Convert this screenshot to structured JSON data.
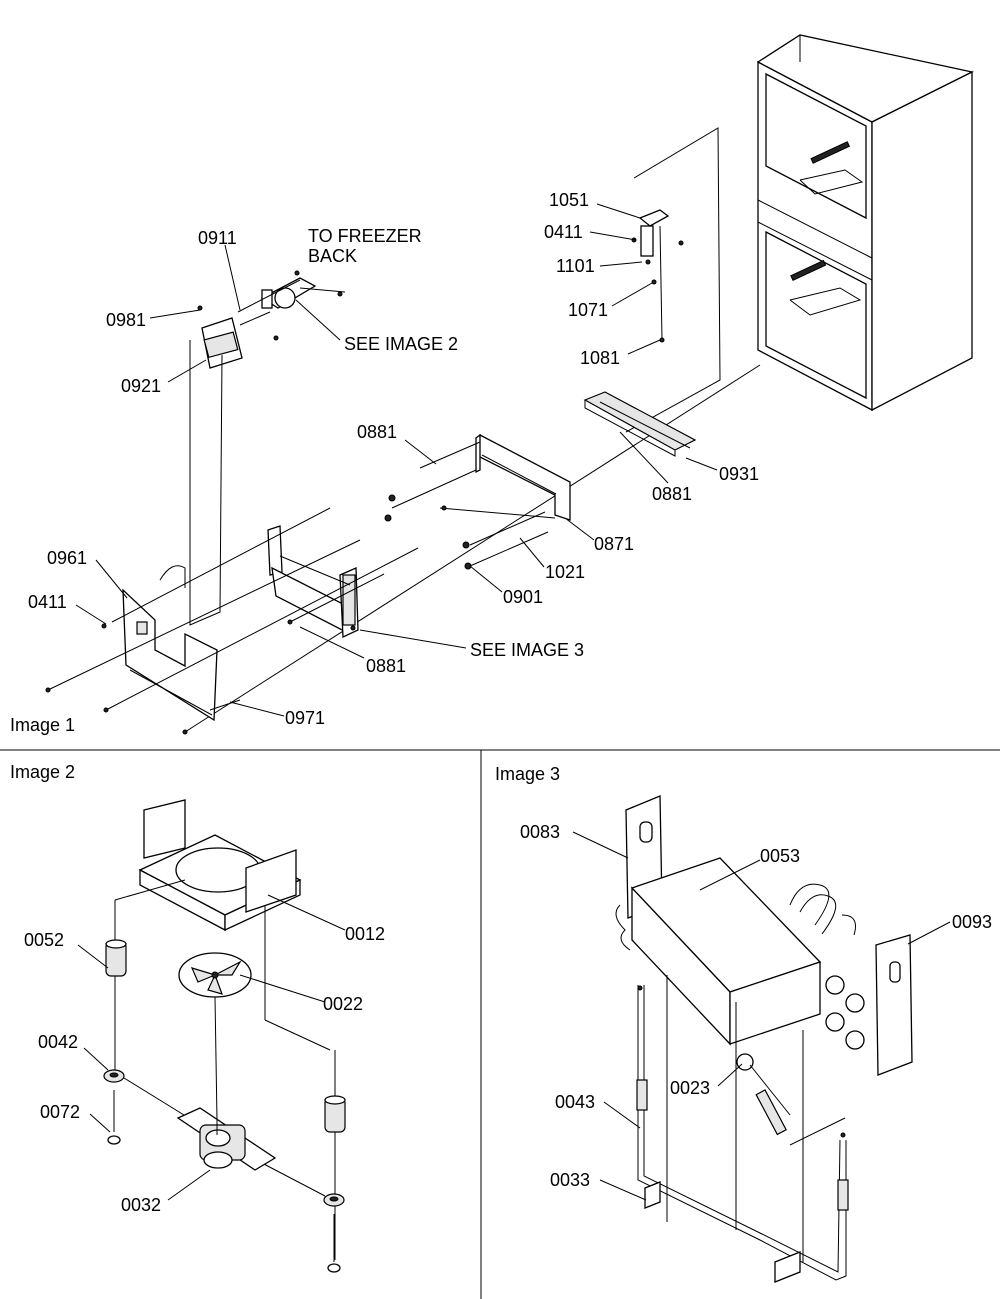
{
  "panels": {
    "image1": "Image 1",
    "image2": "Image 2",
    "image3": "Image 3"
  },
  "notes": {
    "to_freezer_line1": "TO FREEZER",
    "to_freezer_line2": "BACK",
    "see_image_2": "SEE IMAGE 2",
    "see_image_3": "SEE IMAGE 3"
  },
  "image1_labels": {
    "p1051": "1051",
    "p0411a": "0411",
    "p1101": "1101",
    "p1071": "1071",
    "p1081": "1081",
    "p0911": "0911",
    "p0981": "0981",
    "p0921": "0921",
    "p0881a": "0881",
    "p0931": "0931",
    "p0881b": "0881",
    "p0871": "0871",
    "p1021": "1021",
    "p0901": "0901",
    "p0961": "0961",
    "p0411b": "0411",
    "p0881c": "0881",
    "p0971": "0971"
  },
  "image2_labels": {
    "p0012": "0012",
    "p0052": "0052",
    "p0022": "0022",
    "p0042": "0042",
    "p0072": "0072",
    "p0032": "0032"
  },
  "image3_labels": {
    "p0083": "0083",
    "p0053": "0053",
    "p0093": "0093",
    "p0023": "0023",
    "p0043": "0043",
    "p0033": "0033"
  }
}
